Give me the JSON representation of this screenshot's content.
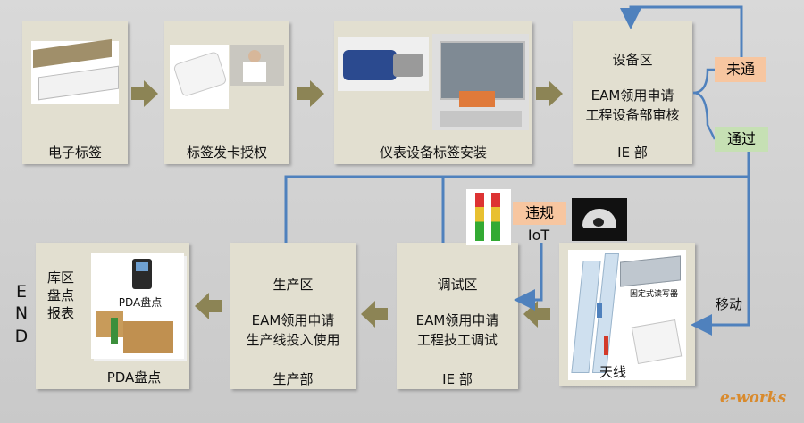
{
  "steps": {
    "s1": {
      "label": "电子标签"
    },
    "s2": {
      "label": "标签发卡授权"
    },
    "s3": {
      "label": "仪表设备标签安装"
    },
    "s4": {
      "title": "设备区",
      "line1": "EAM领用申请",
      "line2": "工程设备部审核",
      "footer": "IE 部"
    },
    "s5": {
      "antenna_label": "天线",
      "reader_label": "固定式读写器"
    },
    "s6": {
      "title": "调试区",
      "line1": "EAM领用申请",
      "line2": "工程技工调试",
      "footer": "IE 部"
    },
    "s7": {
      "title": "生产区",
      "line1": "EAM领用申请",
      "line2": "生产线投入使用",
      "footer": "生产部"
    },
    "s8": {
      "left1": "库区",
      "left2": "盘点",
      "left3": "报表",
      "pda_label": "PDA盘点",
      "footer": "PDA盘点"
    }
  },
  "decisions": {
    "fail": "未通",
    "pass": "通过"
  },
  "iot": {
    "violation": "违规",
    "iot": "IoT"
  },
  "move_label": "移动",
  "end_letters": [
    "E",
    "N",
    "D"
  ],
  "watermark": "e-works",
  "colors": {
    "box": "#e2dfd0",
    "line": "#4f81bd",
    "arrow": "#8c8455",
    "fail": "#f7c6a0",
    "pass": "#c6e0b4"
  }
}
